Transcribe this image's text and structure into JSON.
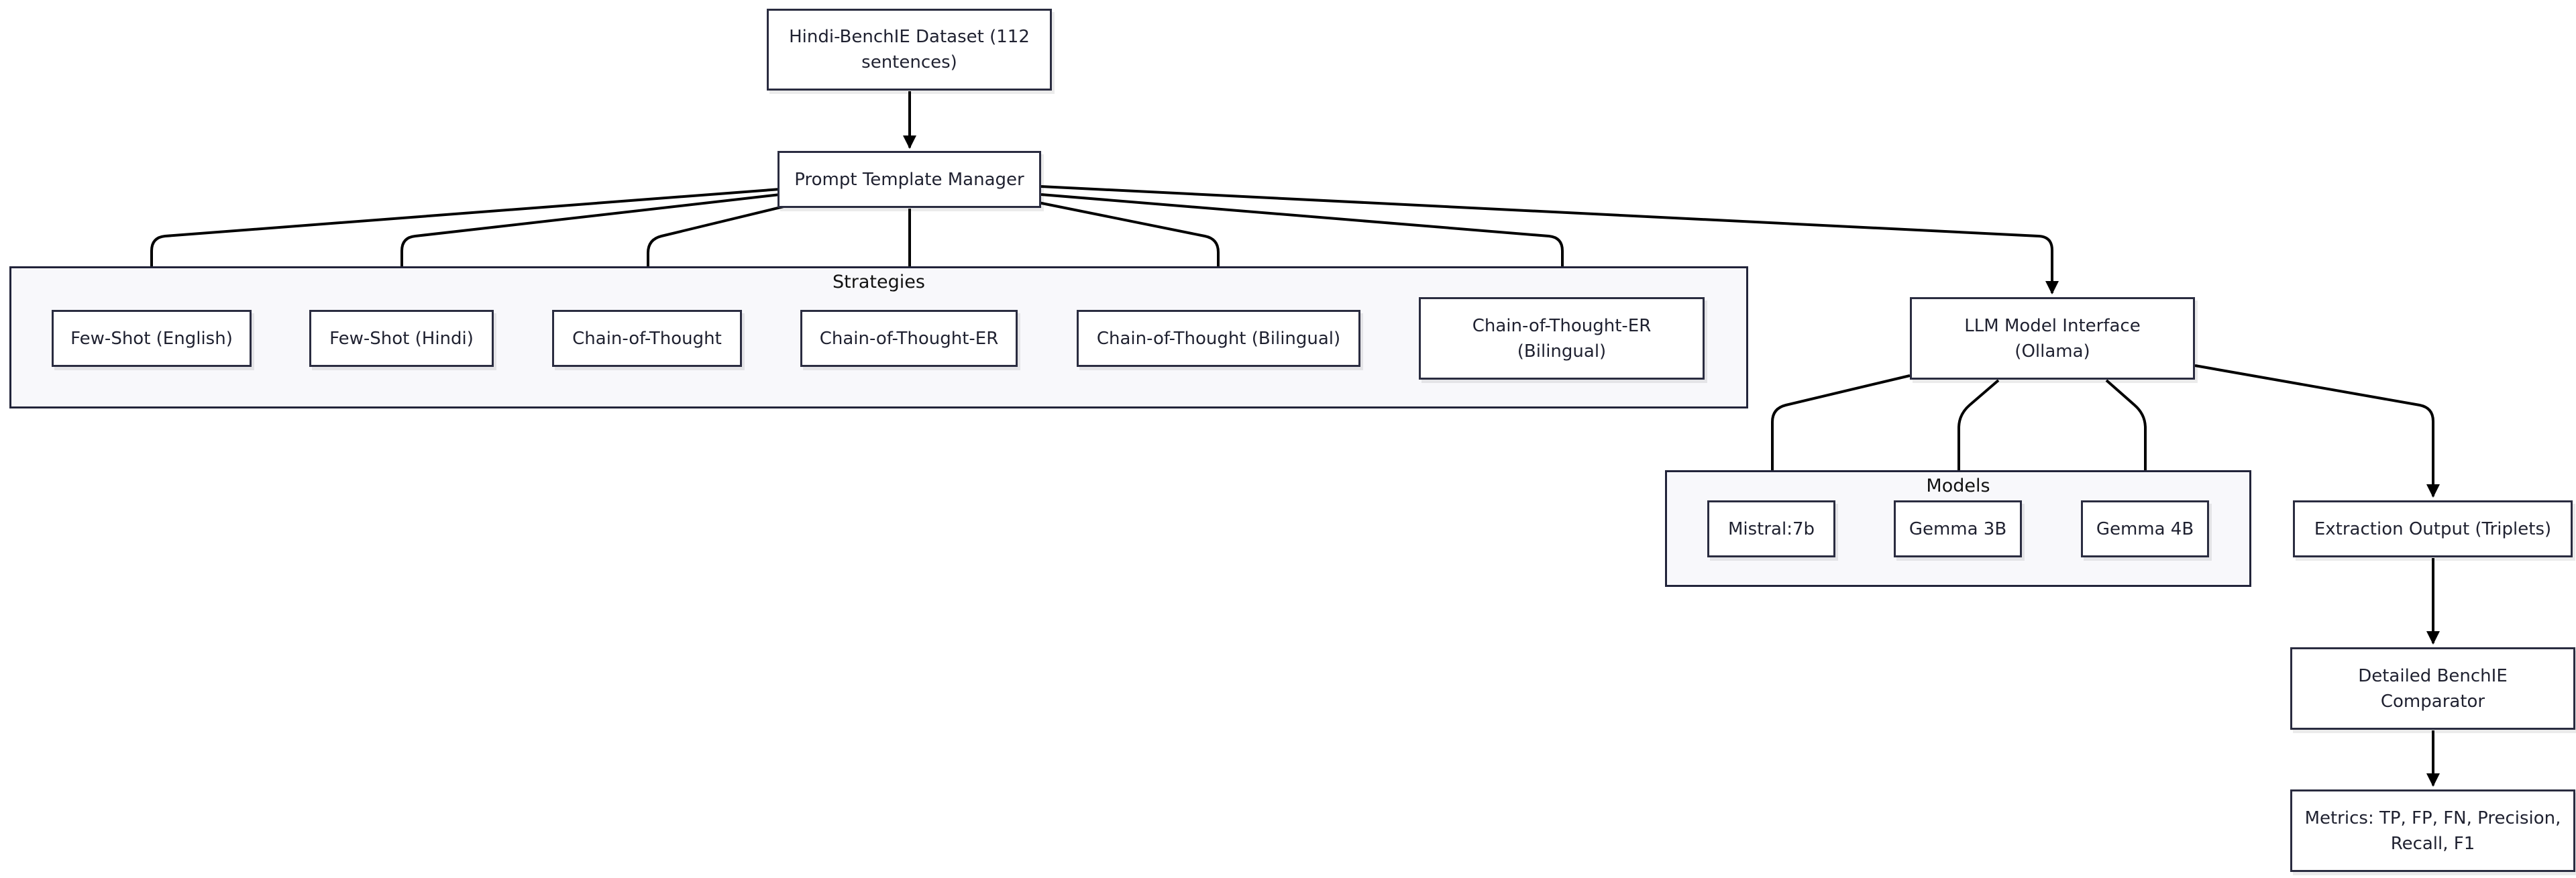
{
  "nodes": {
    "dataset": "Hindi-BenchIE Dataset (112 sentences)",
    "prompt_manager": "Prompt Template Manager",
    "fewshot_en": "Few-Shot (English)",
    "fewshot_hi": "Few-Shot (Hindi)",
    "cot": "Chain-of-Thought",
    "cot_er": "Chain-of-Thought-ER",
    "cot_bi": "Chain-of-Thought (Bilingual)",
    "cot_er_bi": "Chain-of-Thought-ER (Bilingual)",
    "llm_interface": "LLM Model Interface (Ollama)",
    "mistral": "Mistral:7b",
    "gemma3b": "Gemma 3B",
    "gemma4b": "Gemma 4B",
    "extraction": "Extraction Output (Triplets)",
    "comparator": "Detailed BenchIE Comparator",
    "metrics": "Metrics: TP, FP, FN, Precision, Recall, F1"
  },
  "clusters": {
    "strategies": "Strategies",
    "models": "Models"
  },
  "colors": {
    "node_border": "#2a2c40",
    "cluster_fill": "#f8f8fb",
    "edge": "#000000"
  }
}
